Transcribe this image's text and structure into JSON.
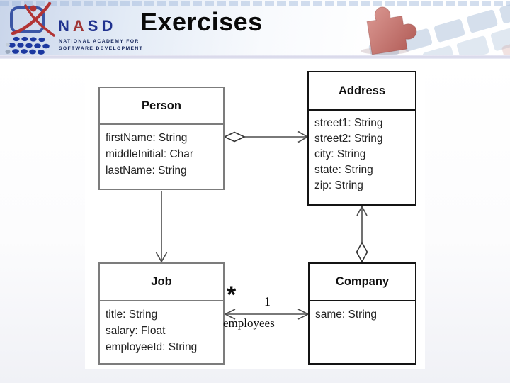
{
  "slide": {
    "title": "Exercises"
  },
  "logo": {
    "letters": [
      "N",
      "A",
      "S",
      "D"
    ],
    "caption_line1": "NATIONAL ACADEMY FOR",
    "caption_line2": "SOFTWARE DEVELOPMENT",
    "brand_blue": "#21338f",
    "brand_red": "#a03636"
  },
  "header_icons": {
    "puzzle": "puzzle-piece",
    "keyboard": "keyboard-keys",
    "logo_mark": "monitor-with-gymnast-figure"
  },
  "diagram": {
    "type": "uml-class-diagram",
    "classes": [
      {
        "name": "Person",
        "attributes": [
          "firstName: String",
          "middleInitial: Char",
          "lastName: String"
        ]
      },
      {
        "name": "Address",
        "attributes": [
          "street1: String",
          "street2: String",
          "city: String",
          "state: String",
          "zip: String"
        ]
      },
      {
        "name": "Job",
        "attributes": [
          "title: String",
          "salary: Float",
          "employeeId: String"
        ]
      },
      {
        "name": "Company",
        "attributes": [
          "same: String"
        ]
      }
    ],
    "relationships": [
      {
        "from": "Person",
        "to": "Address",
        "type": "aggregation",
        "diamond_at": "Person",
        "arrow_at": "Address"
      },
      {
        "from": "Person",
        "to": "Job",
        "type": "directed-association",
        "arrow_at": "Job"
      },
      {
        "from": "Company",
        "to": "Address",
        "type": "aggregation",
        "diamond_at": "Company",
        "arrow_at": "Address"
      },
      {
        "from": "Job",
        "to": "Company",
        "type": "bidirectional-association",
        "multiplicity_job_end": "*",
        "multiplicity_company_end": "1",
        "role_label": "employees"
      }
    ],
    "labels": {
      "star": "*",
      "one": "1",
      "employees": "employees"
    },
    "line_color": "#4d4d4d",
    "border_gray": "#7c7c7c",
    "border_dark": "#141414"
  }
}
